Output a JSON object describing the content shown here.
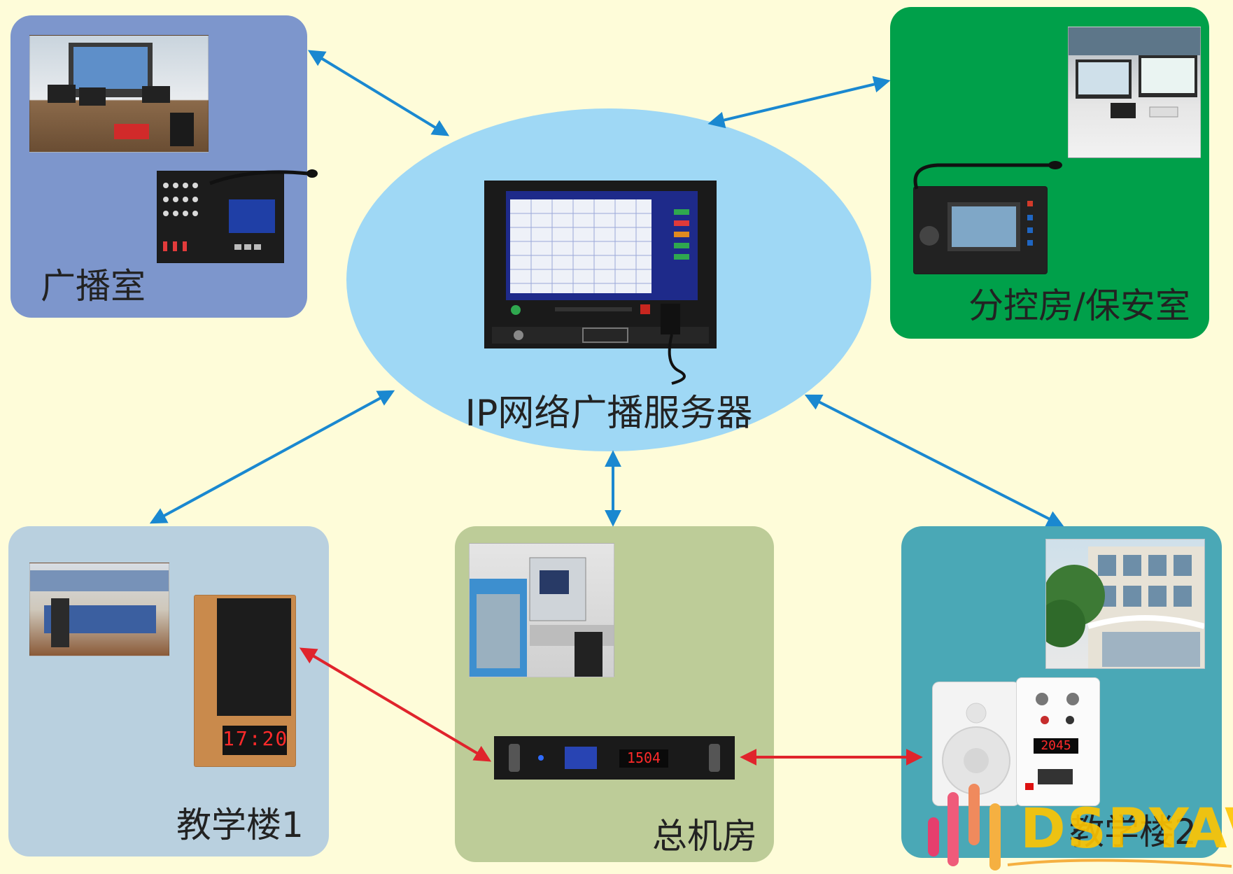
{
  "server": {
    "label": "IP网络广播服务器"
  },
  "nodes": {
    "broadcast_room": {
      "label": "广播室"
    },
    "sub_control": {
      "label": "分控房/保安室"
    },
    "building1": {
      "label": "教学楼1"
    },
    "main_room": {
      "label": "总机房"
    },
    "building2": {
      "label": "教学楼2"
    }
  },
  "device_readouts": {
    "clock": "17:20",
    "amp_display": "1504",
    "speaker_display": "2045"
  },
  "watermark": {
    "text": "DSPYAV"
  },
  "colors": {
    "background": "#fefcd9",
    "broadcast_room": "#7d96cc",
    "sub_control": "#00a04a",
    "building1": "#b9d0df",
    "main_room": "#bdcc98",
    "building2": "#4aa8b6",
    "server_ellipse": "#9fd8f5",
    "network_arrow": "#1a88d0",
    "audio_arrow": "#e0242c"
  }
}
